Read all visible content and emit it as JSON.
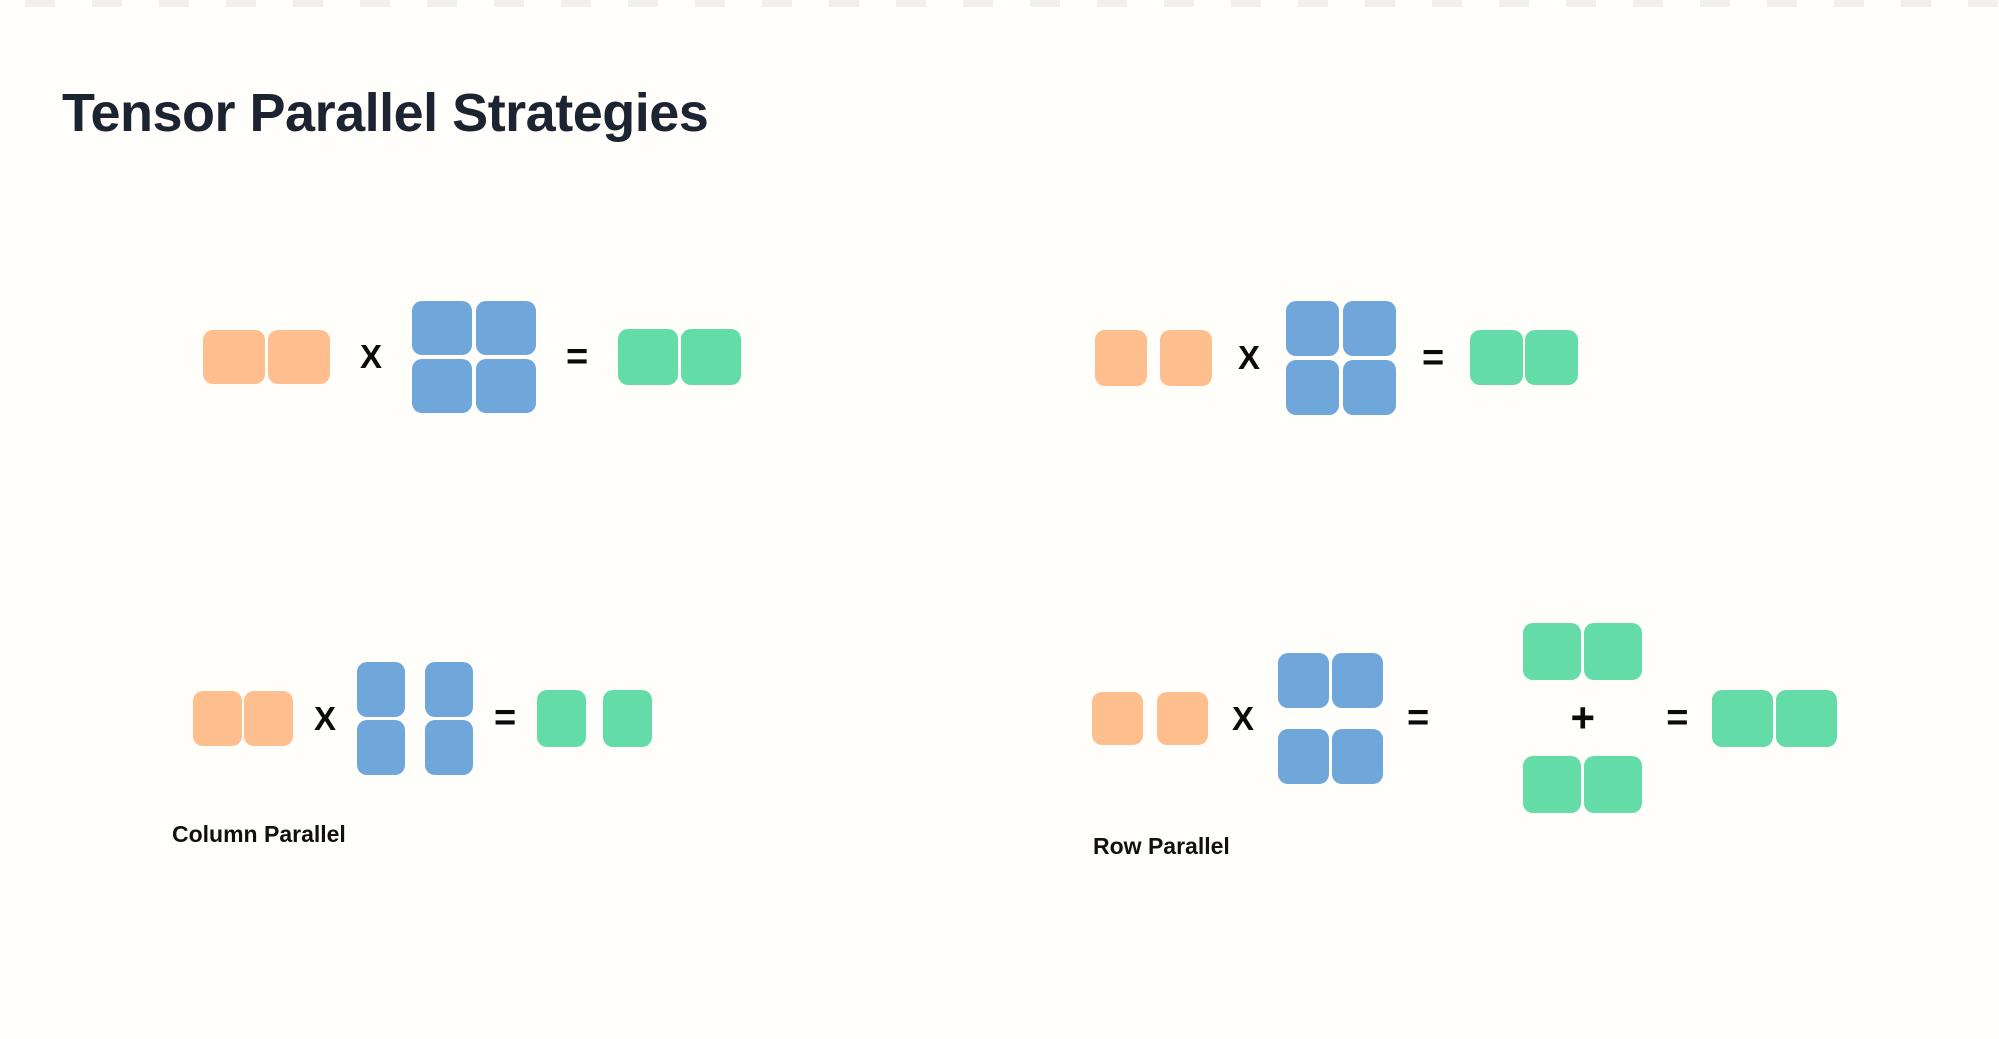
{
  "title": "Tensor Parallel Strategies",
  "colors": {
    "orange": "#FFBE8D",
    "blue": "#6FA7DB",
    "green": "#63DCA8",
    "title_text": "#1C2431",
    "label_text": "#111111",
    "operator_text": "#0B0B0B",
    "background": "#FFFEFA",
    "edge_dash": "#F0F0EC"
  },
  "operators": {
    "multiply": "X",
    "equals": "=",
    "plus": "+"
  },
  "groups": [
    {
      "name": "matmul-overview-left",
      "label": "",
      "items": [
        {
          "kind": "matrix",
          "name": "input",
          "color": "orange",
          "rows": 1,
          "cols": 2,
          "w": 62,
          "h": 54,
          "gx": 3,
          "gy": 3
        },
        {
          "kind": "op",
          "op": "multiply"
        },
        {
          "kind": "matrix",
          "name": "weight",
          "color": "blue",
          "rows": 2,
          "cols": 2,
          "w": 60,
          "h": 54,
          "gx": 4,
          "gy": 4
        },
        {
          "kind": "op",
          "op": "equals"
        },
        {
          "kind": "matrix",
          "name": "output",
          "color": "green",
          "rows": 1,
          "cols": 2,
          "w": 60,
          "h": 56,
          "gx": 3,
          "gy": 3
        }
      ]
    },
    {
      "name": "matmul-overview-right",
      "label": "",
      "items": [
        {
          "kind": "matrix",
          "name": "input",
          "color": "orange",
          "rows": 1,
          "cols": 2,
          "w": 52,
          "h": 56,
          "gx": 13,
          "gy": 3
        },
        {
          "kind": "op",
          "op": "multiply"
        },
        {
          "kind": "matrix",
          "name": "weight",
          "color": "blue",
          "rows": 2,
          "cols": 2,
          "w": 53,
          "h": 55,
          "gx": 4,
          "gy": 4
        },
        {
          "kind": "op",
          "op": "equals"
        },
        {
          "kind": "matrix",
          "name": "output",
          "color": "green",
          "rows": 1,
          "cols": 2,
          "w": 53,
          "h": 55,
          "gx": 2,
          "gy": 3
        }
      ]
    },
    {
      "name": "column-parallel-diagram",
      "label": "Column Parallel",
      "items": [
        {
          "kind": "matrix",
          "name": "input",
          "color": "orange",
          "rows": 1,
          "cols": 2,
          "w": 49,
          "h": 55,
          "gx": 2,
          "gy": 3
        },
        {
          "kind": "op",
          "op": "multiply"
        },
        {
          "kind": "matrix",
          "name": "weight-column-split",
          "color": "blue",
          "rows": 2,
          "cols": 2,
          "w": 48,
          "h": 55,
          "gx": 20,
          "gy": 3
        },
        {
          "kind": "op",
          "op": "equals"
        },
        {
          "kind": "matrix",
          "name": "output-split",
          "color": "green",
          "rows": 1,
          "cols": 2,
          "w": 49,
          "h": 57,
          "gx": 17,
          "gy": 3
        }
      ]
    },
    {
      "name": "row-parallel-diagram",
      "label": "Row Parallel",
      "items": [
        {
          "kind": "matrix",
          "name": "input",
          "color": "orange",
          "rows": 1,
          "cols": 2,
          "w": 51,
          "h": 53,
          "gx": 14,
          "gy": 3
        },
        {
          "kind": "op",
          "op": "multiply"
        },
        {
          "kind": "matrix",
          "name": "weight-row-split",
          "color": "blue",
          "rows": 2,
          "cols": 2,
          "w": 51,
          "h": 55,
          "gx": 3,
          "gy": 21
        },
        {
          "kind": "op",
          "op": "equals"
        },
        {
          "kind": "stack",
          "ml": 70,
          "items": [
            {
              "kind": "matrix",
              "name": "partial-output-1",
              "color": "green",
              "rows": 1,
              "cols": 2,
              "w": 58,
              "h": 57,
              "gx": 3,
              "gy": 3
            },
            {
              "kind": "op",
              "op": "plus"
            },
            {
              "kind": "matrix",
              "name": "partial-output-2",
              "color": "green",
              "rows": 1,
              "cols": 2,
              "w": 58,
              "h": 57,
              "gx": 3,
              "gy": 3
            }
          ]
        },
        {
          "kind": "op",
          "op": "equals"
        },
        {
          "kind": "matrix",
          "name": "output",
          "color": "green",
          "rows": 1,
          "cols": 2,
          "w": 61,
          "h": 57,
          "gx": 3,
          "gy": 3
        }
      ]
    }
  ]
}
